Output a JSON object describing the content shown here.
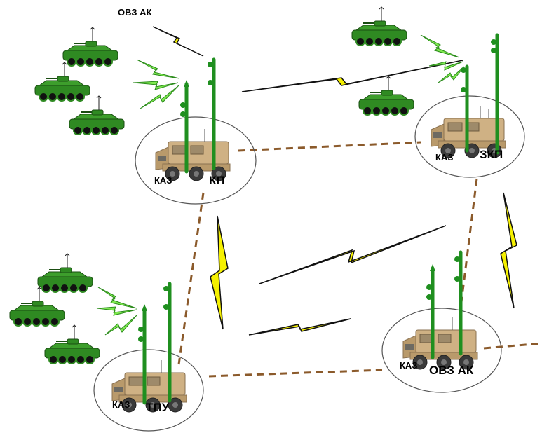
{
  "labels": {
    "top_ovz": "ОВЗ АК",
    "node_kp": "КП",
    "node_zkp": "ЗКП",
    "node_tpu": "ТПУ",
    "node_ovz": "ОВЗ АК",
    "kaz": "КАЗ"
  },
  "colors": {
    "link_dash": "#8b5a2b",
    "bolt_fill": "#f5f000",
    "antenna": "#1f8f1f",
    "vehicle_green": "#2f8a22",
    "truck_tan": "#c8a97a",
    "wave_light": "#7ee84f"
  },
  "icons": [
    "vehicle-bmp-icon",
    "armored-truck-icon",
    "antenna-mast-icon",
    "radio-bolt-icon"
  ]
}
